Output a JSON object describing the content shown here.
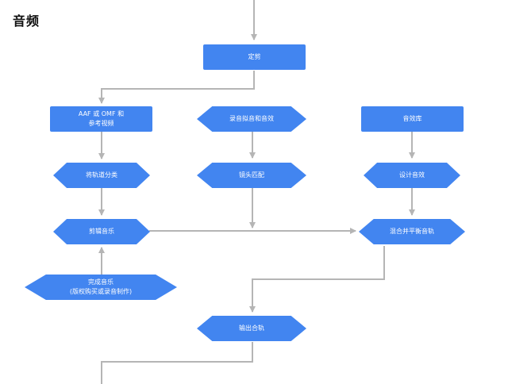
{
  "title": "音频",
  "colors": {
    "node": "#4285f0",
    "edge": "#b5b5b5",
    "text": "#ffffff"
  },
  "nodes": {
    "dingjian": "定剪",
    "aaf": "AAF 或 OMF 和\n参考视频",
    "luyin": "录音拟音和音效",
    "xiaoguoku": "音效库",
    "guidao": "将轨道分类",
    "jingtou": "镜头匹配",
    "sheji": "设计音效",
    "jianji": "剪辑音乐",
    "hunhe": "混合并平衡音轨",
    "wancheng": "完成音乐\n(版权购买或录音制作)",
    "shuchu": "输出合轨"
  }
}
